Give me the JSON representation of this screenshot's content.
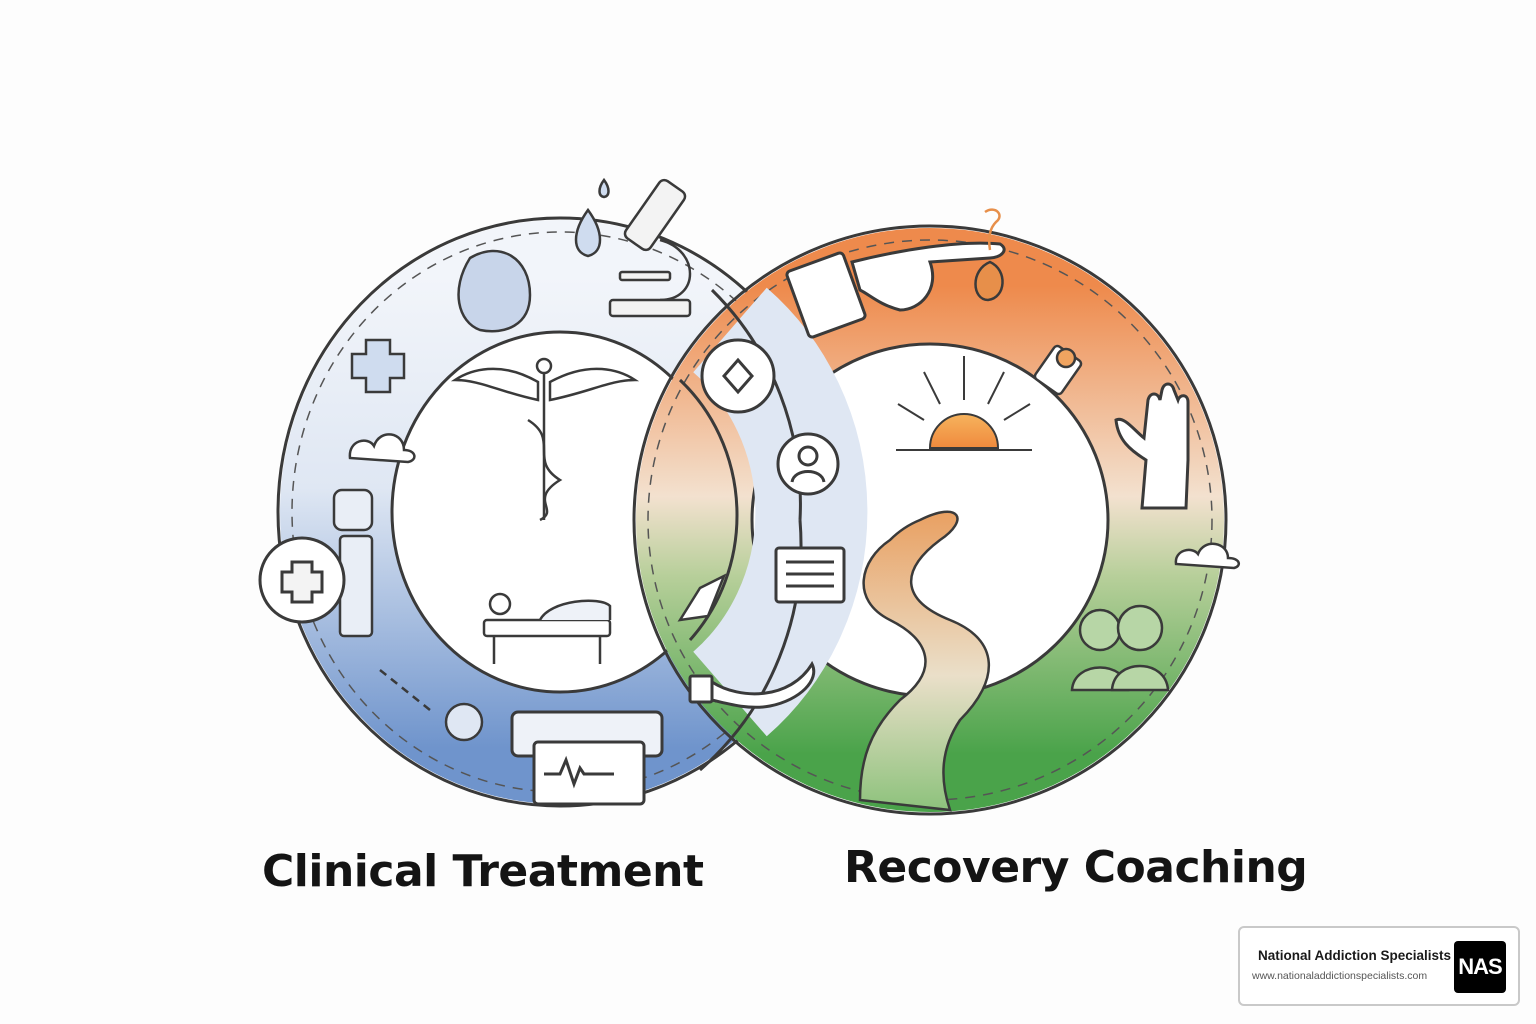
{
  "left_ring": {
    "label": "Clinical Treatment",
    "colors": {
      "light": "#eef2f8",
      "mid": "#c8d5ea",
      "dark": "#6f94cc",
      "stroke": "#3a3a3a"
    },
    "icons": [
      "water-drop-icon",
      "microscope-icon",
      "face-mask-icon",
      "medical-cross-icon",
      "cloud-icon",
      "iv-bag-icon",
      "medical-badge-icon",
      "caduceus-icon",
      "hospital-bed-icon",
      "heart-monitor-icon",
      "sneeze-icon"
    ]
  },
  "right_ring": {
    "label": "Recovery Coaching",
    "colors": {
      "orange": "#ee8a4c",
      "cream": "#f3e6d8",
      "green": "#4aa34a",
      "stroke": "#3a3a3a"
    },
    "icons": [
      "helping-hand-icon",
      "seed-icon",
      "flashlight-icon",
      "raised-hand-icon",
      "cloud-icon",
      "group-people-icon",
      "sunrise-icon",
      "winding-path-icon",
      "compass-badge-icon",
      "person-badge-icon",
      "open-book-icon",
      "pointing-hand-icon",
      "open-palm-icon"
    ]
  },
  "brand": {
    "name": "National Addiction Specialists",
    "url": "www.nationaladdictionspecialists.com",
    "logo_text": "NAS"
  }
}
